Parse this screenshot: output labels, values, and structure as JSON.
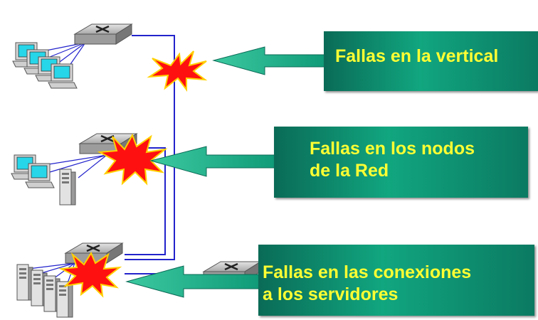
{
  "callouts": [
    {
      "lines": [
        "Fallas en la vertical"
      ]
    },
    {
      "lines": [
        "Fallas en los nodos",
        "de la Red"
      ]
    },
    {
      "lines": [
        "Fallas en las conexiones",
        "a los servidores"
      ]
    }
  ],
  "colors": {
    "callout_bg": "#0f9a77",
    "callout_text": "#ffff33",
    "arrow": "#1fb38e",
    "cable": "#2222cc",
    "burst": "#ff0000",
    "burst_outline": "#ffd700"
  },
  "icons": [
    "switch-icon",
    "computer-icon",
    "server-tower-icon",
    "failure-burst-icon",
    "arrow-icon"
  ]
}
